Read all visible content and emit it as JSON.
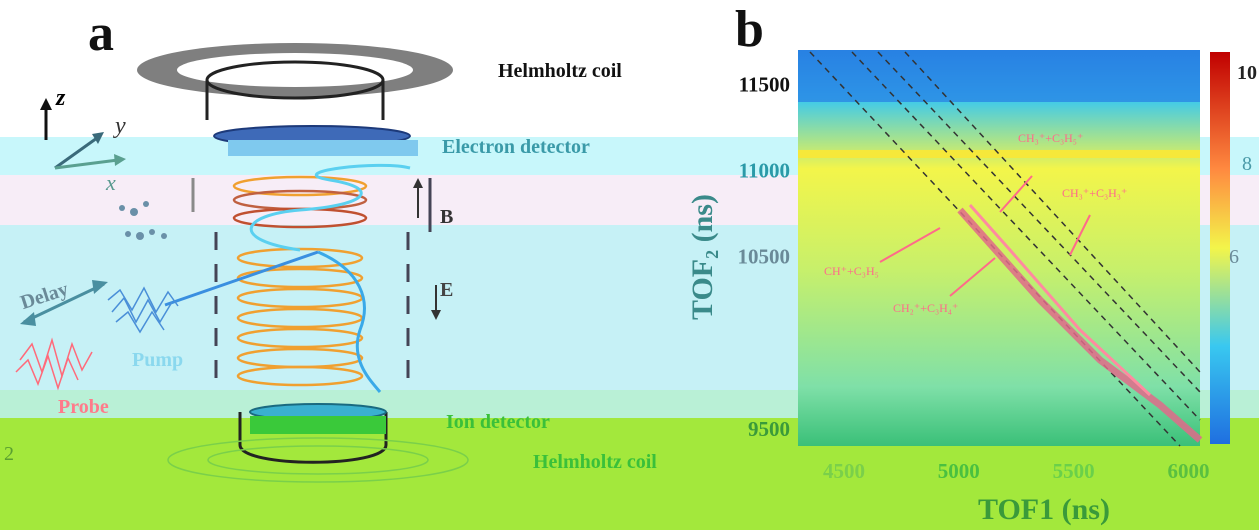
{
  "panel_a": {
    "label": "a",
    "axes": {
      "z": "z",
      "y": "y",
      "x": "x"
    },
    "labels": {
      "helmholtz_top": "Helmholtz coil",
      "electron_detector": "Electron detector",
      "b_field": "B",
      "e_field": "E",
      "delay": "Delay",
      "pump": "Pump",
      "probe": "Probe",
      "ion_detector": "Ion detector",
      "helmholtz_bottom": "Helmholtz coil"
    },
    "edge_mark": "2"
  },
  "panel_b": {
    "label": "b",
    "colorbar_ticks": [
      "10",
      "8",
      "6"
    ],
    "ion_labels": [
      "CH₃⁺+C₃H₅⁺",
      "CH₃⁺+C₃H₃⁺",
      "CH⁺+C₃H₅",
      "CH₂⁺+C₃H₄⁺"
    ]
  },
  "chart_data": {
    "type": "heatmap",
    "xlabel": "TOF1 (ns)",
    "ylabel": "TOF₂ (ns)",
    "x_ticks": [
      "4500",
      "5000",
      "5500",
      "6000"
    ],
    "y_ticks": [
      "11500",
      "11000",
      "10500",
      "9500"
    ],
    "xlim": [
      4300,
      6050
    ],
    "ylim": [
      9400,
      11700
    ],
    "colorbar_ticks": [
      10,
      8,
      6
    ],
    "colors": {
      "low": "#1f6fe0",
      "mid": "#f3f54a",
      "high": "#c00000"
    }
  },
  "colors": {
    "panel_text": "#111111",
    "detector_blue": "#3e6ab8",
    "ion_detector": "#38c94a",
    "ring_orange": "#f0a030",
    "trajectory": "#3aa9e8",
    "coincidence": "#ff8aa0"
  }
}
